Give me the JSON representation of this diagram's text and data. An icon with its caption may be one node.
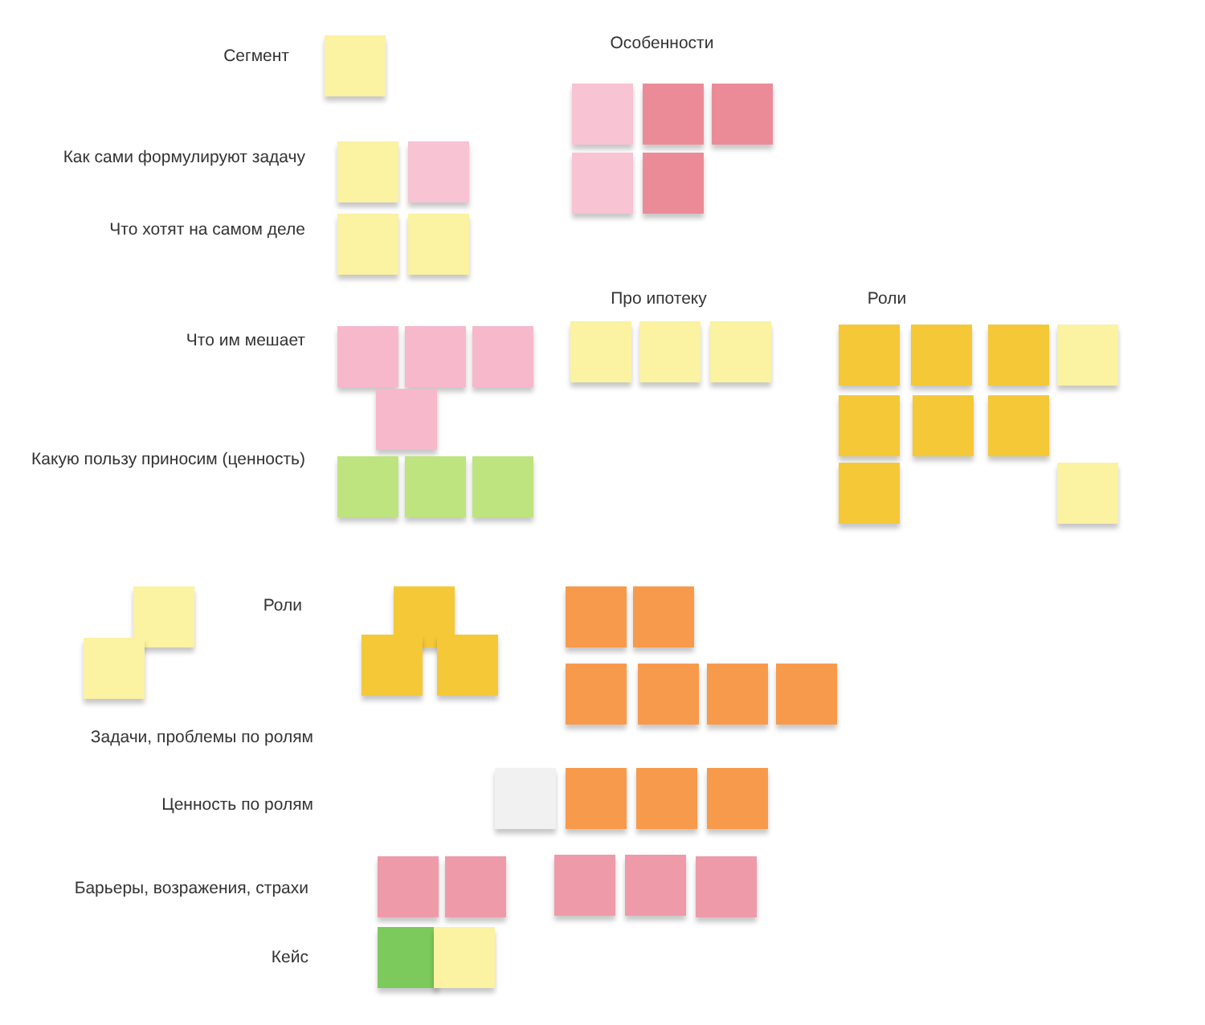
{
  "diagram": {
    "nodes": [
      {
        "text": [],
        "shape": "box"
      },
      {
        "text": [],
        "shape": "box"
      },
      {
        "text": [],
        "shape": "box"
      },
      {
        "text": [],
        "shape": "box"
      },
      {
        "text": [],
        "shape": "box"
      },
      {
        "text": [],
        "shape": "box"
      },
      {
        "text": [],
        "shape": "box"
      },
      {
        "text": [],
        "shape": "box"
      },
      {
        "text": [],
        "shape": "box"
      },
      {
        "text": [],
        "shape": "box"
      },
      {
        "text": [],
        "shape": "box"
      },
      {
        "text": [],
        "shape": "box"
      },
      {
        "text": [],
        "shape": "box"
      },
      {
        "text": [],
        "shape": "box"
      },
      {
        "text": [],
        "shape": "box"
      },
      {
        "text": [],
        "shape": "box"
      },
      {
        "text": [],
        "shape": "box"
      },
      {
        "text": [],
        "shape": "box"
      },
      {
        "text": [],
        "shape": "box"
      },
      {
        "text": [],
        "shape": "box"
      },
      {
        "text": [],
        "shape": "box"
      },
      {
        "text": [],
        "shape": "box"
      },
      {
        "text": [],
        "shape": "box"
      },
      {
        "text": [],
        "shape": "box"
      },
      {
        "text": [],
        "shape": "box"
      },
      {
        "text": [],
        "shape": "box"
      },
      {
        "text": [],
        "shape": "box"
      },
      {
        "text": [],
        "shape": "box"
      },
      {
        "text": [],
        "shape": "box"
      },
      {
        "text": [],
        "shape": "box"
      },
      {
        "text": [],
        "shape": "box"
      },
      {
        "text": [],
        "shape": "box"
      },
      {
        "text": [],
        "shape": "box"
      },
      {
        "text": [],
        "shape": "box"
      },
      {
        "text": [],
        "shape": "box"
      },
      {
        "text": [],
        "shape": "box"
      },
      {
        "text": [],
        "shape": "box"
      },
      {
        "text": [],
        "shape": "box"
      },
      {
        "text": [],
        "shape": "box"
      },
      {
        "text": [],
        "shape": "box"
      },
      {
        "text": [],
        "shape": "box"
      },
      {
        "text": [],
        "shape": "box"
      },
      {
        "text": [],
        "shape": "box"
      },
      {
        "text": [],
        "shape": "box"
      },
      {
        "text": [],
        "shape": "box"
      },
      {
        "text": [],
        "shape": "box"
      },
      {
        "text": [],
        "shape": "box"
      },
      {
        "text": [],
        "shape": "box"
      },
      {
        "text": [],
        "shape": "box"
      },
      {
        "text": [],
        "shape": "box"
      },
      {
        "text": [],
        "shape": "box"
      }
    ],
    "labels": [
      "Сегмент",
      "Особенности",
      "Как сами формулируют задачу",
      "Что хотят на самом деле",
      "Про ипотеку",
      "Роли",
      "Что им мешает",
      "Какую пользу приносим (ценность)",
      "Роли",
      "Задачи, проблемы по ролям",
      "Ценность по ролям",
      "Барьеры, возражения, страхи",
      "Кейс"
    ]
  }
}
